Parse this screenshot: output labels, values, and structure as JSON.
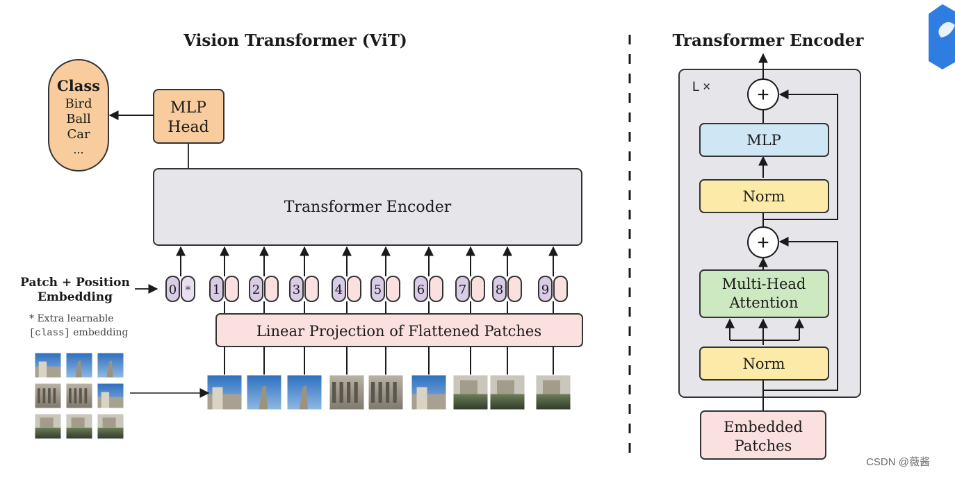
{
  "vit": {
    "title": "Vision Transformer (ViT)",
    "class_box": {
      "heading": "Class",
      "items": [
        "Bird",
        "Ball",
        "Car",
        "..."
      ]
    },
    "mlp_head": {
      "line1": "MLP",
      "line2": "Head"
    },
    "transformer_encoder_label": "Transformer Encoder",
    "patch_position": {
      "line1": "Patch + Position",
      "line2": "Embedding"
    },
    "extra_note": {
      "line1": "* Extra learnable",
      "code": "[class]",
      "rest": " embedding"
    },
    "linear_projection_label": "Linear Projection of Flattened Patches",
    "tokens": [
      {
        "label": "0",
        "extra": "*"
      },
      {
        "label": "1"
      },
      {
        "label": "2"
      },
      {
        "label": "3"
      },
      {
        "label": "4"
      },
      {
        "label": "5"
      },
      {
        "label": "6"
      },
      {
        "label": "7"
      },
      {
        "label": "8"
      },
      {
        "label": "9"
      }
    ]
  },
  "encoder": {
    "title": "Transformer Encoder",
    "repeat_label": "L ×",
    "mlp_label": "MLP",
    "norm_top_label": "Norm",
    "plus_symbol": "+",
    "mha_line1": "Multi-Head",
    "mha_line2": "Attention",
    "norm_bottom_label": "Norm",
    "embedded_line1": "Embedded",
    "embedded_line2": "Patches"
  },
  "watermark": "CSDN @薇酱",
  "colors": {
    "orange": "#f9cc9d",
    "gray_box": "#e6e6ea",
    "pink": "#fbe0e0",
    "purple": "#d8cce6",
    "blue": "#cfe6f5",
    "yellow": "#fbeaa8",
    "green": "#cde9c2",
    "logo_blue": "#2f7de1"
  }
}
